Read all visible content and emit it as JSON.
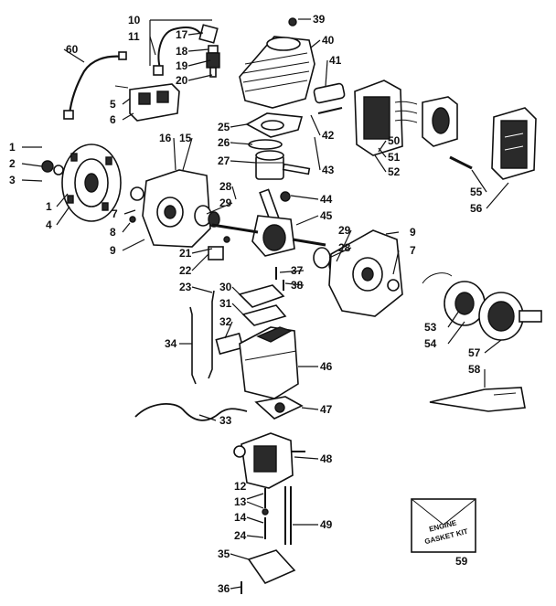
{
  "kit_label": [
    "ENGINE",
    "GASKET KIT"
  ],
  "callouts": [
    {
      "id": "c1",
      "text": "1"
    },
    {
      "id": "c2",
      "text": "2"
    },
    {
      "id": "c3",
      "text": "3"
    },
    {
      "id": "c1b",
      "text": "1"
    },
    {
      "id": "c4",
      "text": "4"
    },
    {
      "id": "c5",
      "text": "5"
    },
    {
      "id": "c6",
      "text": "6"
    },
    {
      "id": "c7a",
      "text": "7"
    },
    {
      "id": "c7b",
      "text": "7"
    },
    {
      "id": "c8",
      "text": "8"
    },
    {
      "id": "c9a",
      "text": "9"
    },
    {
      "id": "c9b",
      "text": "9"
    },
    {
      "id": "c10",
      "text": "10"
    },
    {
      "id": "c11",
      "text": "11"
    },
    {
      "id": "c12",
      "text": "12"
    },
    {
      "id": "c13",
      "text": "13"
    },
    {
      "id": "c14",
      "text": "14"
    },
    {
      "id": "c15",
      "text": "15"
    },
    {
      "id": "c16",
      "text": "16"
    },
    {
      "id": "c17",
      "text": "17"
    },
    {
      "id": "c18",
      "text": "18"
    },
    {
      "id": "c19",
      "text": "19"
    },
    {
      "id": "c20",
      "text": "20"
    },
    {
      "id": "c21",
      "text": "21"
    },
    {
      "id": "c22",
      "text": "22"
    },
    {
      "id": "c23",
      "text": "23"
    },
    {
      "id": "c24",
      "text": "24"
    },
    {
      "id": "c25",
      "text": "25"
    },
    {
      "id": "c26",
      "text": "26"
    },
    {
      "id": "c27",
      "text": "27"
    },
    {
      "id": "c28a",
      "text": "28"
    },
    {
      "id": "c28b",
      "text": "28"
    },
    {
      "id": "c29a",
      "text": "29"
    },
    {
      "id": "c29b",
      "text": "29"
    },
    {
      "id": "c30",
      "text": "30"
    },
    {
      "id": "c31",
      "text": "31"
    },
    {
      "id": "c32",
      "text": "32"
    },
    {
      "id": "c33",
      "text": "33"
    },
    {
      "id": "c34",
      "text": "34"
    },
    {
      "id": "c35",
      "text": "35"
    },
    {
      "id": "c36",
      "text": "36"
    },
    {
      "id": "c37",
      "text": "37"
    },
    {
      "id": "c38",
      "text": "38"
    },
    {
      "id": "c39",
      "text": "39"
    },
    {
      "id": "c40",
      "text": "40"
    },
    {
      "id": "c41",
      "text": "41"
    },
    {
      "id": "c42",
      "text": "42"
    },
    {
      "id": "c43",
      "text": "43"
    },
    {
      "id": "c44",
      "text": "44"
    },
    {
      "id": "c45",
      "text": "45"
    },
    {
      "id": "c46",
      "text": "46"
    },
    {
      "id": "c47",
      "text": "47"
    },
    {
      "id": "c48",
      "text": "48"
    },
    {
      "id": "c49",
      "text": "49"
    },
    {
      "id": "c50",
      "text": "50"
    },
    {
      "id": "c51",
      "text": "51"
    },
    {
      "id": "c52",
      "text": "52"
    },
    {
      "id": "c53",
      "text": "53"
    },
    {
      "id": "c54",
      "text": "54"
    },
    {
      "id": "c55",
      "text": "55"
    },
    {
      "id": "c56",
      "text": "56"
    },
    {
      "id": "c57",
      "text": "57"
    },
    {
      "id": "c58",
      "text": "58"
    },
    {
      "id": "c59",
      "text": "59"
    },
    {
      "id": "c60",
      "text": "60"
    }
  ]
}
